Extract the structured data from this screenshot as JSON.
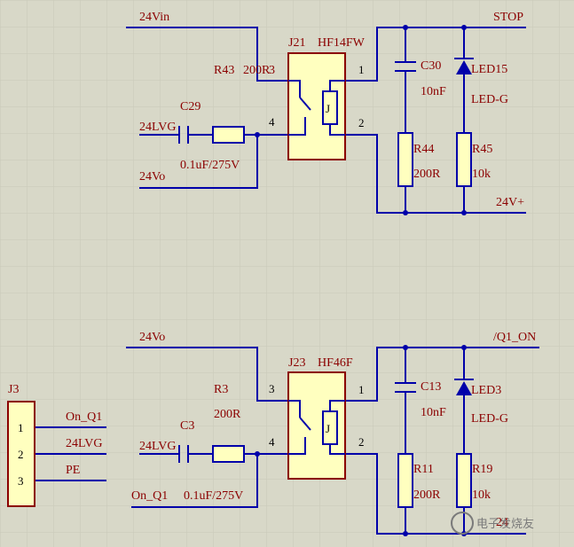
{
  "colors": {
    "background": "#d8d8c8",
    "grid": "#c9c9b8",
    "wire": "#0000aa",
    "body": "#8b0000",
    "label": "#8b0000",
    "pin": "#000000",
    "component_fill": "#ffffbf"
  },
  "upper": {
    "net_top": "24Vin",
    "net_lvg": "24LVG",
    "net_vo": "24Vo",
    "net_stop": "STOP",
    "net_24vplus": "24V+",
    "r_ref": "R43",
    "r_val": "200R",
    "r_suffix": "3",
    "c_ref": "C29",
    "c_val": "0.1uF/275V",
    "relay_ref": "J21",
    "relay_part": "HF14FW",
    "pin_1": "1",
    "pin_2": "2",
    "pin_4": "4",
    "pin_j": "J",
    "cap_ref": "C30",
    "cap_val": "10nF",
    "led_ref": "LED15",
    "led_val": "LED-G",
    "r2_ref": "R44",
    "r2_val": "200R",
    "r3_ref": "R45",
    "r3_val": "10k"
  },
  "lower": {
    "net_top": "24Vo",
    "net_lvg": "24LVG",
    "net_onq1": "On_Q1",
    "net_q1on": "/Q1_ON",
    "r_ref": "R3",
    "r_val": "200R",
    "c_ref": "C3",
    "c_val": "0.1uF/275V",
    "relay_ref": "J23",
    "relay_part": "HF46F",
    "pin_1": "1",
    "pin_2": "2",
    "pin_3": "3",
    "pin_4": "4",
    "pin_j": "J",
    "cap_ref": "C13",
    "cap_val": "10nF",
    "led_ref": "LED3",
    "led_val": "LED-G",
    "r2_ref": "R11",
    "r2_val": "200R",
    "r3_ref": "R19",
    "r3_val": "10k",
    "net_24v_partial": "24"
  },
  "connector": {
    "ref": "J3",
    "pins": [
      "1",
      "2",
      "3"
    ],
    "nets": [
      "On_Q1",
      "24LVG",
      "PE"
    ]
  },
  "watermark": "电子发烧友"
}
